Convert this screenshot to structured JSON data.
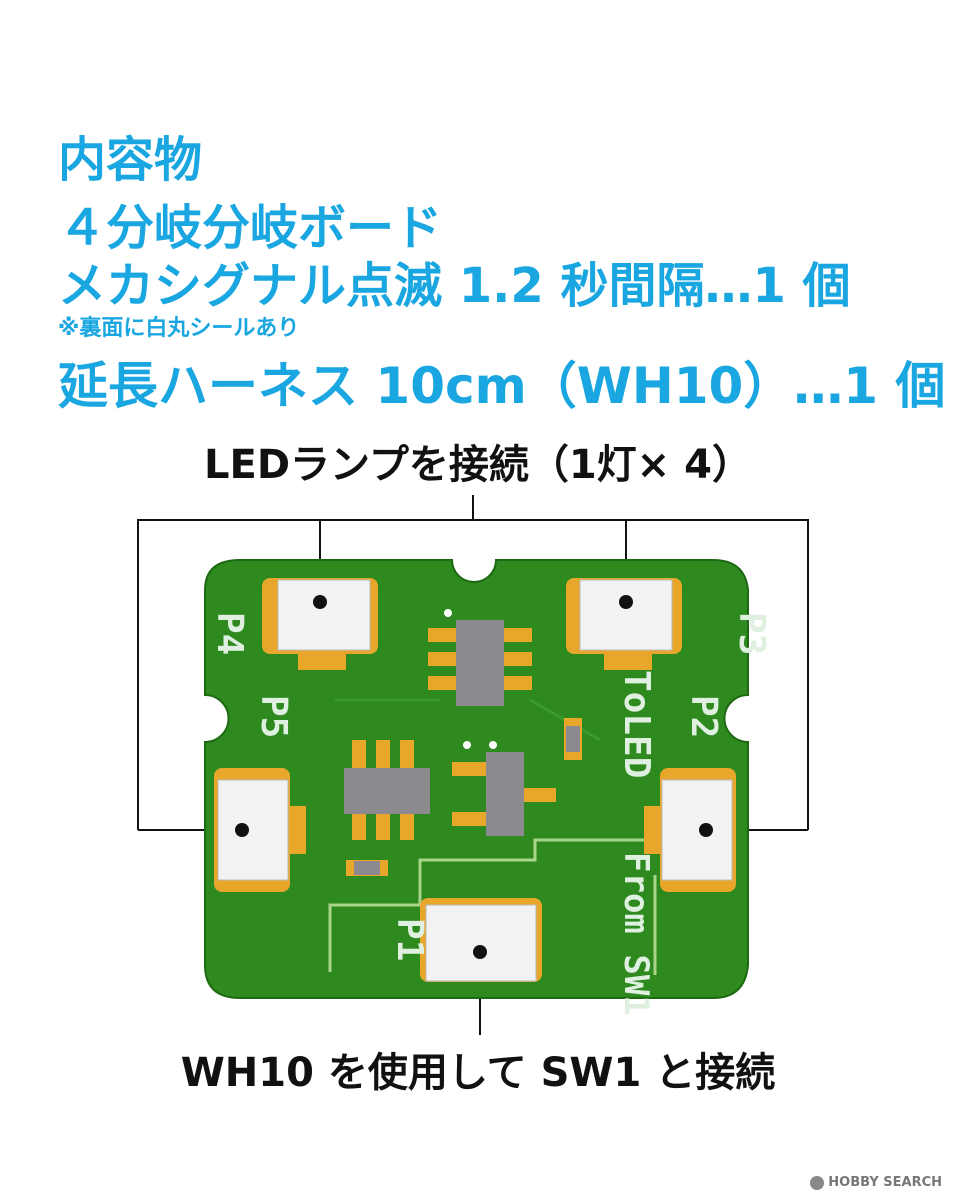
{
  "contents": {
    "heading": "内容物",
    "item1": "４分岐分岐ボード",
    "item2": "メカシグナル点滅 1.2 秒間隔…1 個",
    "note": "※裏面に白丸シールあり",
    "item3": "延長ハーネス 10cm（WH10）…1 個"
  },
  "callouts": {
    "top": "LEDランプを接続（1灯× 4）",
    "bottom": "WH10 を使用して SW1 と接続"
  },
  "board_labels": {
    "p1": "P1",
    "p2": "P2",
    "p3": "P3",
    "p4": "P4",
    "p5": "P5",
    "to_led": "ToLED",
    "from_sw1": "From SW1"
  },
  "watermark": "HOBBY SEARCH",
  "colors": {
    "heading": "#1aa6e0",
    "pcb": "#2e8a1f",
    "pad": "#e8a62a",
    "chip": "#8a8a8f",
    "connector": "#f2f2f2"
  }
}
